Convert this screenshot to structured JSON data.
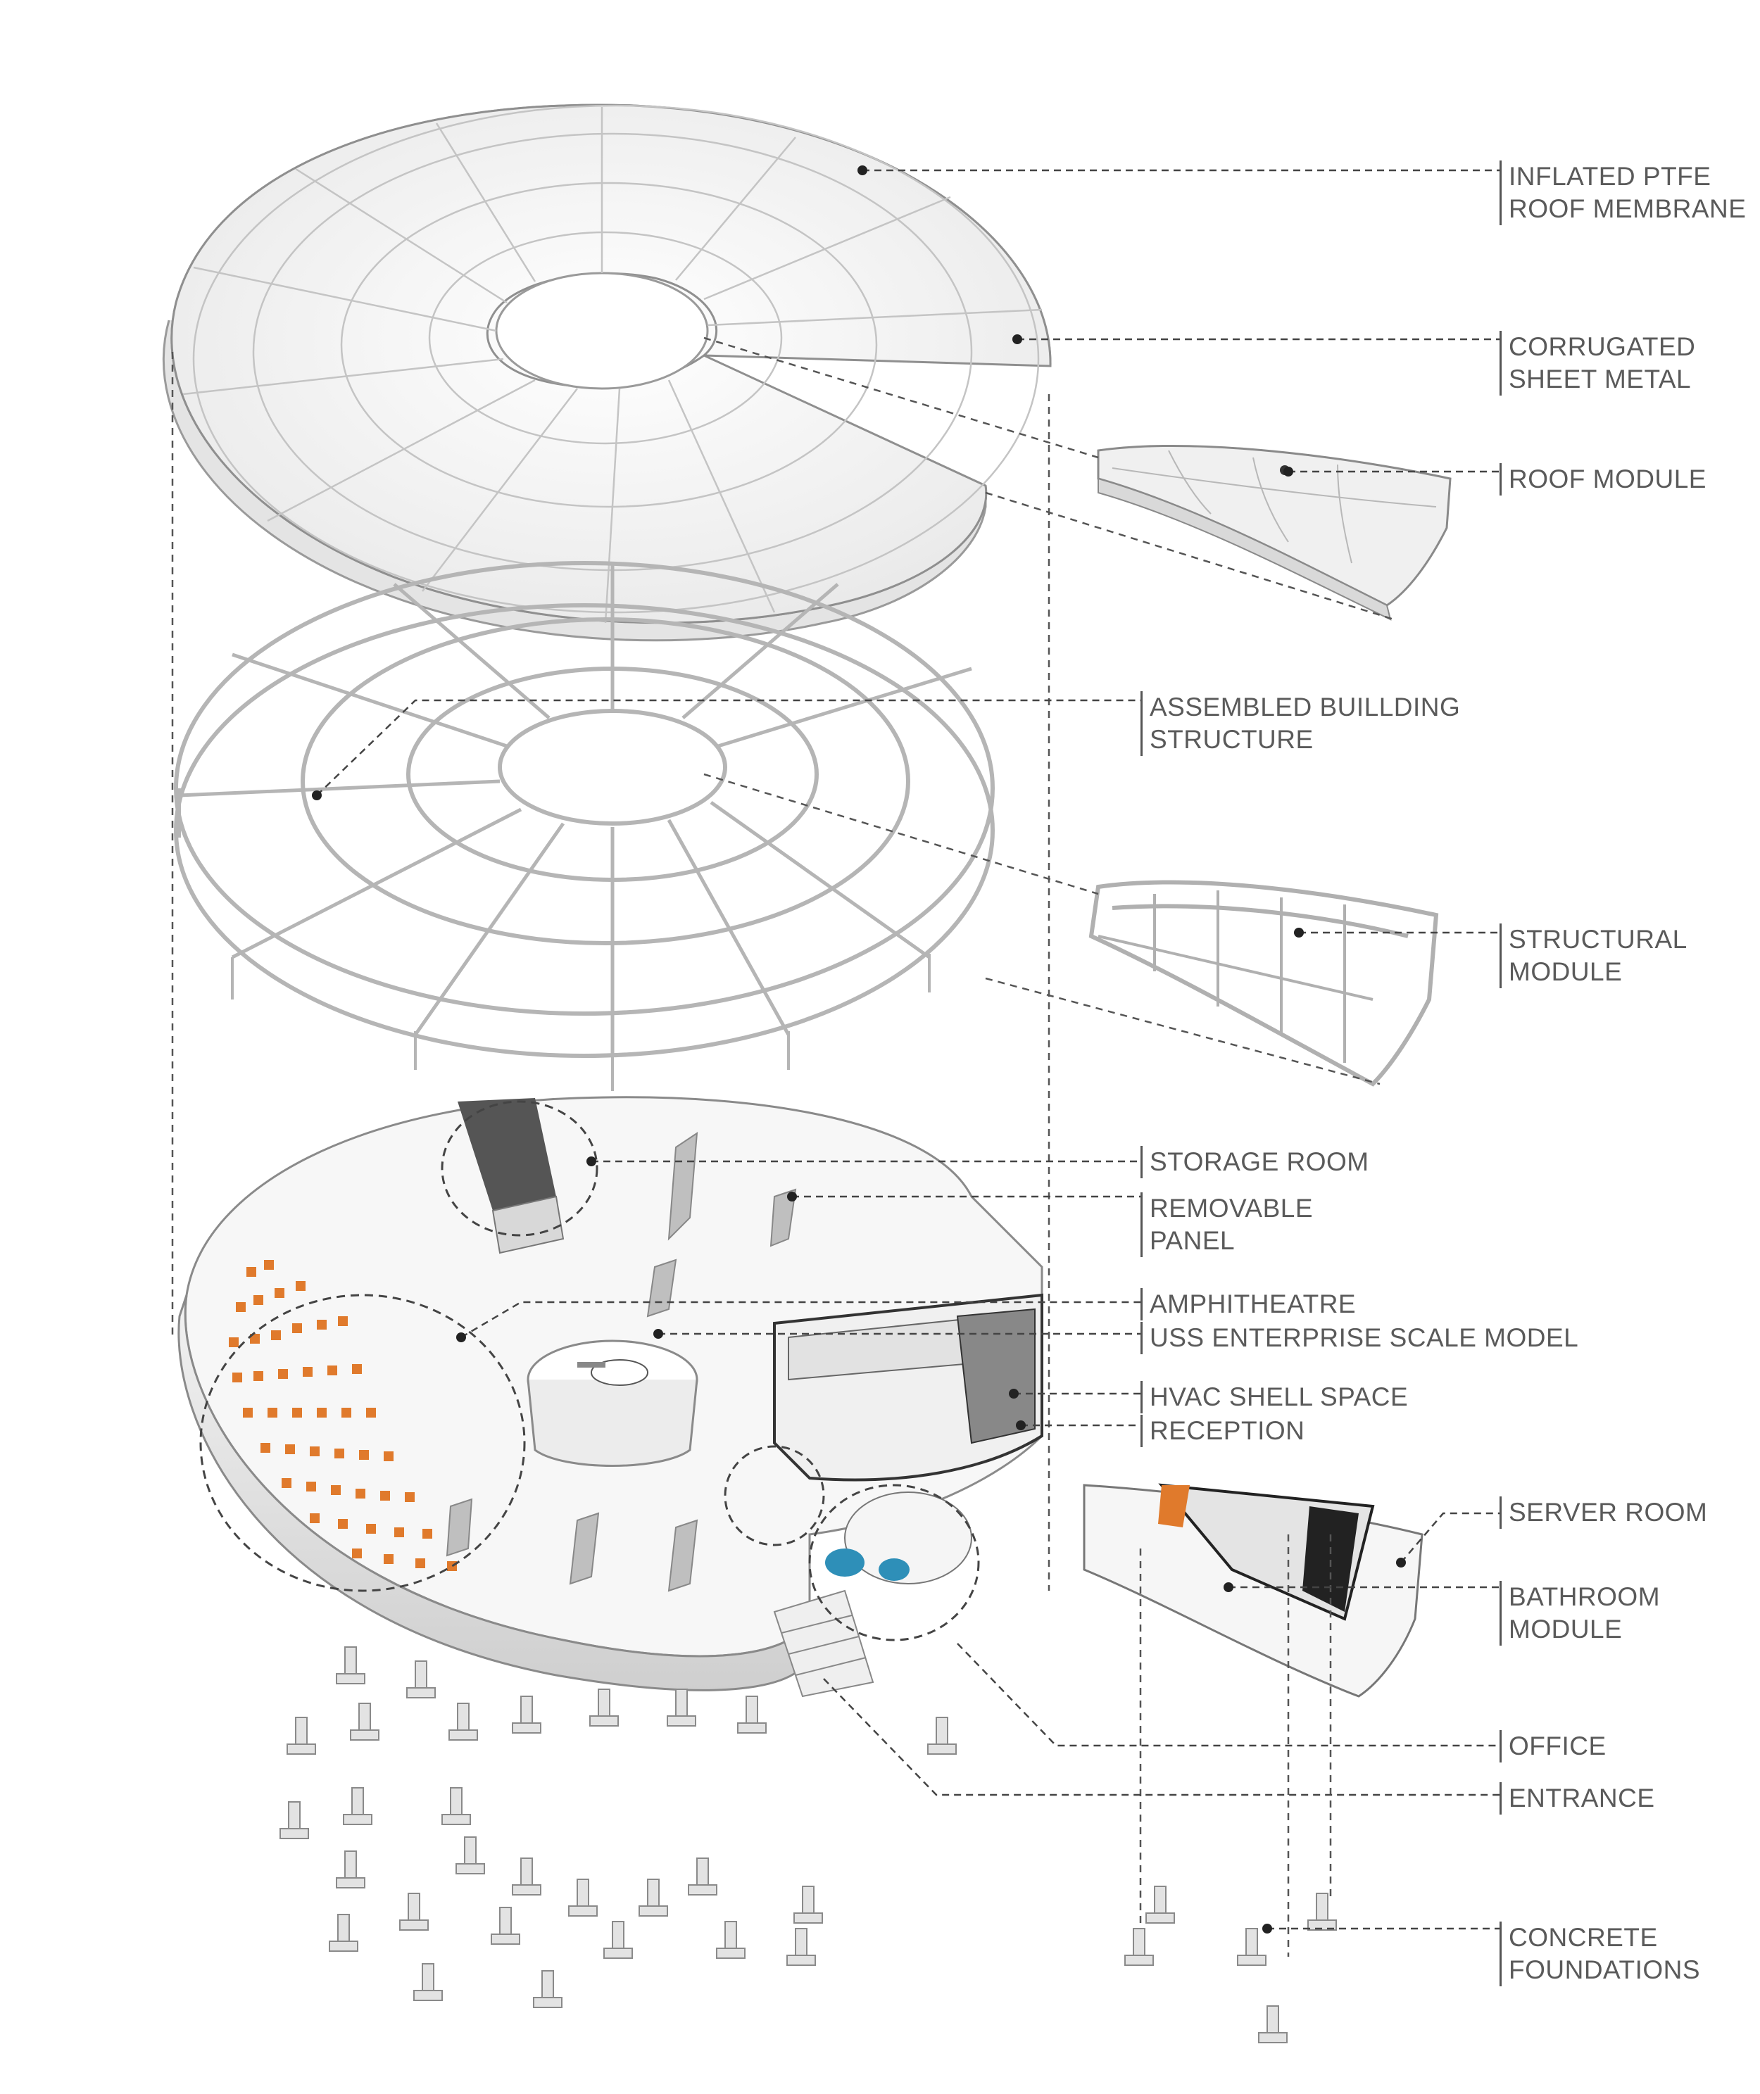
{
  "colors": {
    "line": "#4a4a4a",
    "structure": "#bdbdbd",
    "membrane": "#f3f3f3",
    "seats": "#e07a2c",
    "accent_blue": "#2e8fb8",
    "text": "#5a5a5a"
  },
  "labels": {
    "roof_membrane": [
      "INFLATED PTFE",
      "ROOF MEMBRANE"
    ],
    "sheet_metal": [
      "CORRUGATED",
      "SHEET METAL"
    ],
    "roof_module": [
      "ROOF MODULE"
    ],
    "building_structure": [
      "ASSEMBLED BUILLDING",
      "STRUCTURE"
    ],
    "structural_module": [
      "STRUCTURAL",
      "MODULE"
    ],
    "storage_room": [
      "STORAGE ROOM"
    ],
    "removable_panel": [
      "REMOVABLE",
      "PANEL"
    ],
    "amphitheatre": [
      "AMPHITHEATRE"
    ],
    "enterprise_model": [
      "USS ENTERPRISE SCALE MODEL"
    ],
    "hvac": [
      "HVAC SHELL SPACE"
    ],
    "reception": [
      "RECEPTION"
    ],
    "server_room": [
      "SERVER ROOM"
    ],
    "bathroom_module": [
      "BATHROOM",
      "MODULE"
    ],
    "office": [
      "OFFICE"
    ],
    "entrance": [
      "ENTRANCE"
    ],
    "foundations": [
      "CONCRETE",
      "FOUNDATIONS"
    ]
  }
}
